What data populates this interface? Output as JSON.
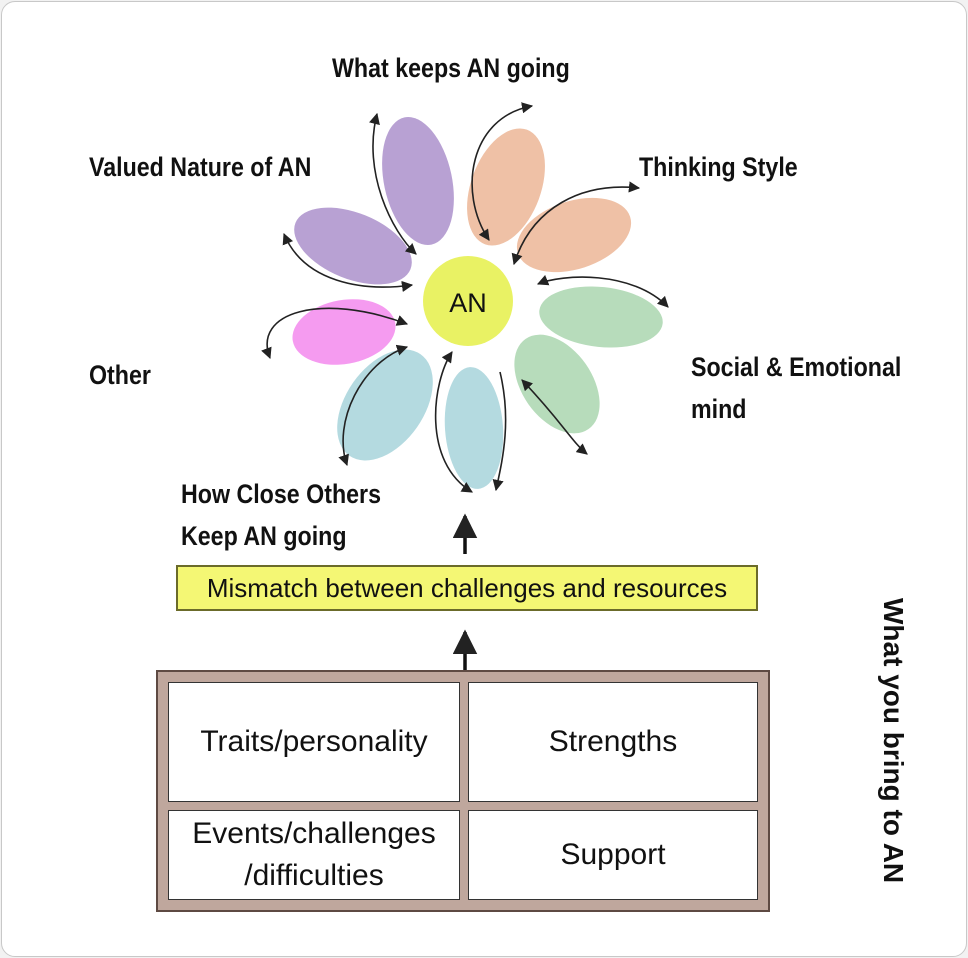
{
  "center": {
    "label": "AN",
    "color": "#e9f264"
  },
  "petal_labels": {
    "what_keeps": "What keeps AN going",
    "thinking_style": "Thinking Style",
    "valued_nature": "Valued Nature of AN",
    "social_emotional": "Social & Emotional\nmind",
    "other": "Other",
    "how_close_others": "How Close Others\nKeep AN going"
  },
  "petal_colors": {
    "purple": "#b8a1d3",
    "peach": "#efc1a6",
    "green": "#b7dcbb",
    "pink": "#f59bf0",
    "blue": "#b4dae0"
  },
  "mismatch": "Mismatch between challenges and resources",
  "grid": {
    "traits": "Traits/personality",
    "strengths": "Strengths",
    "events": "Events/challenges\n/difficulties",
    "support": "Support"
  },
  "side_label": "What you bring to AN"
}
